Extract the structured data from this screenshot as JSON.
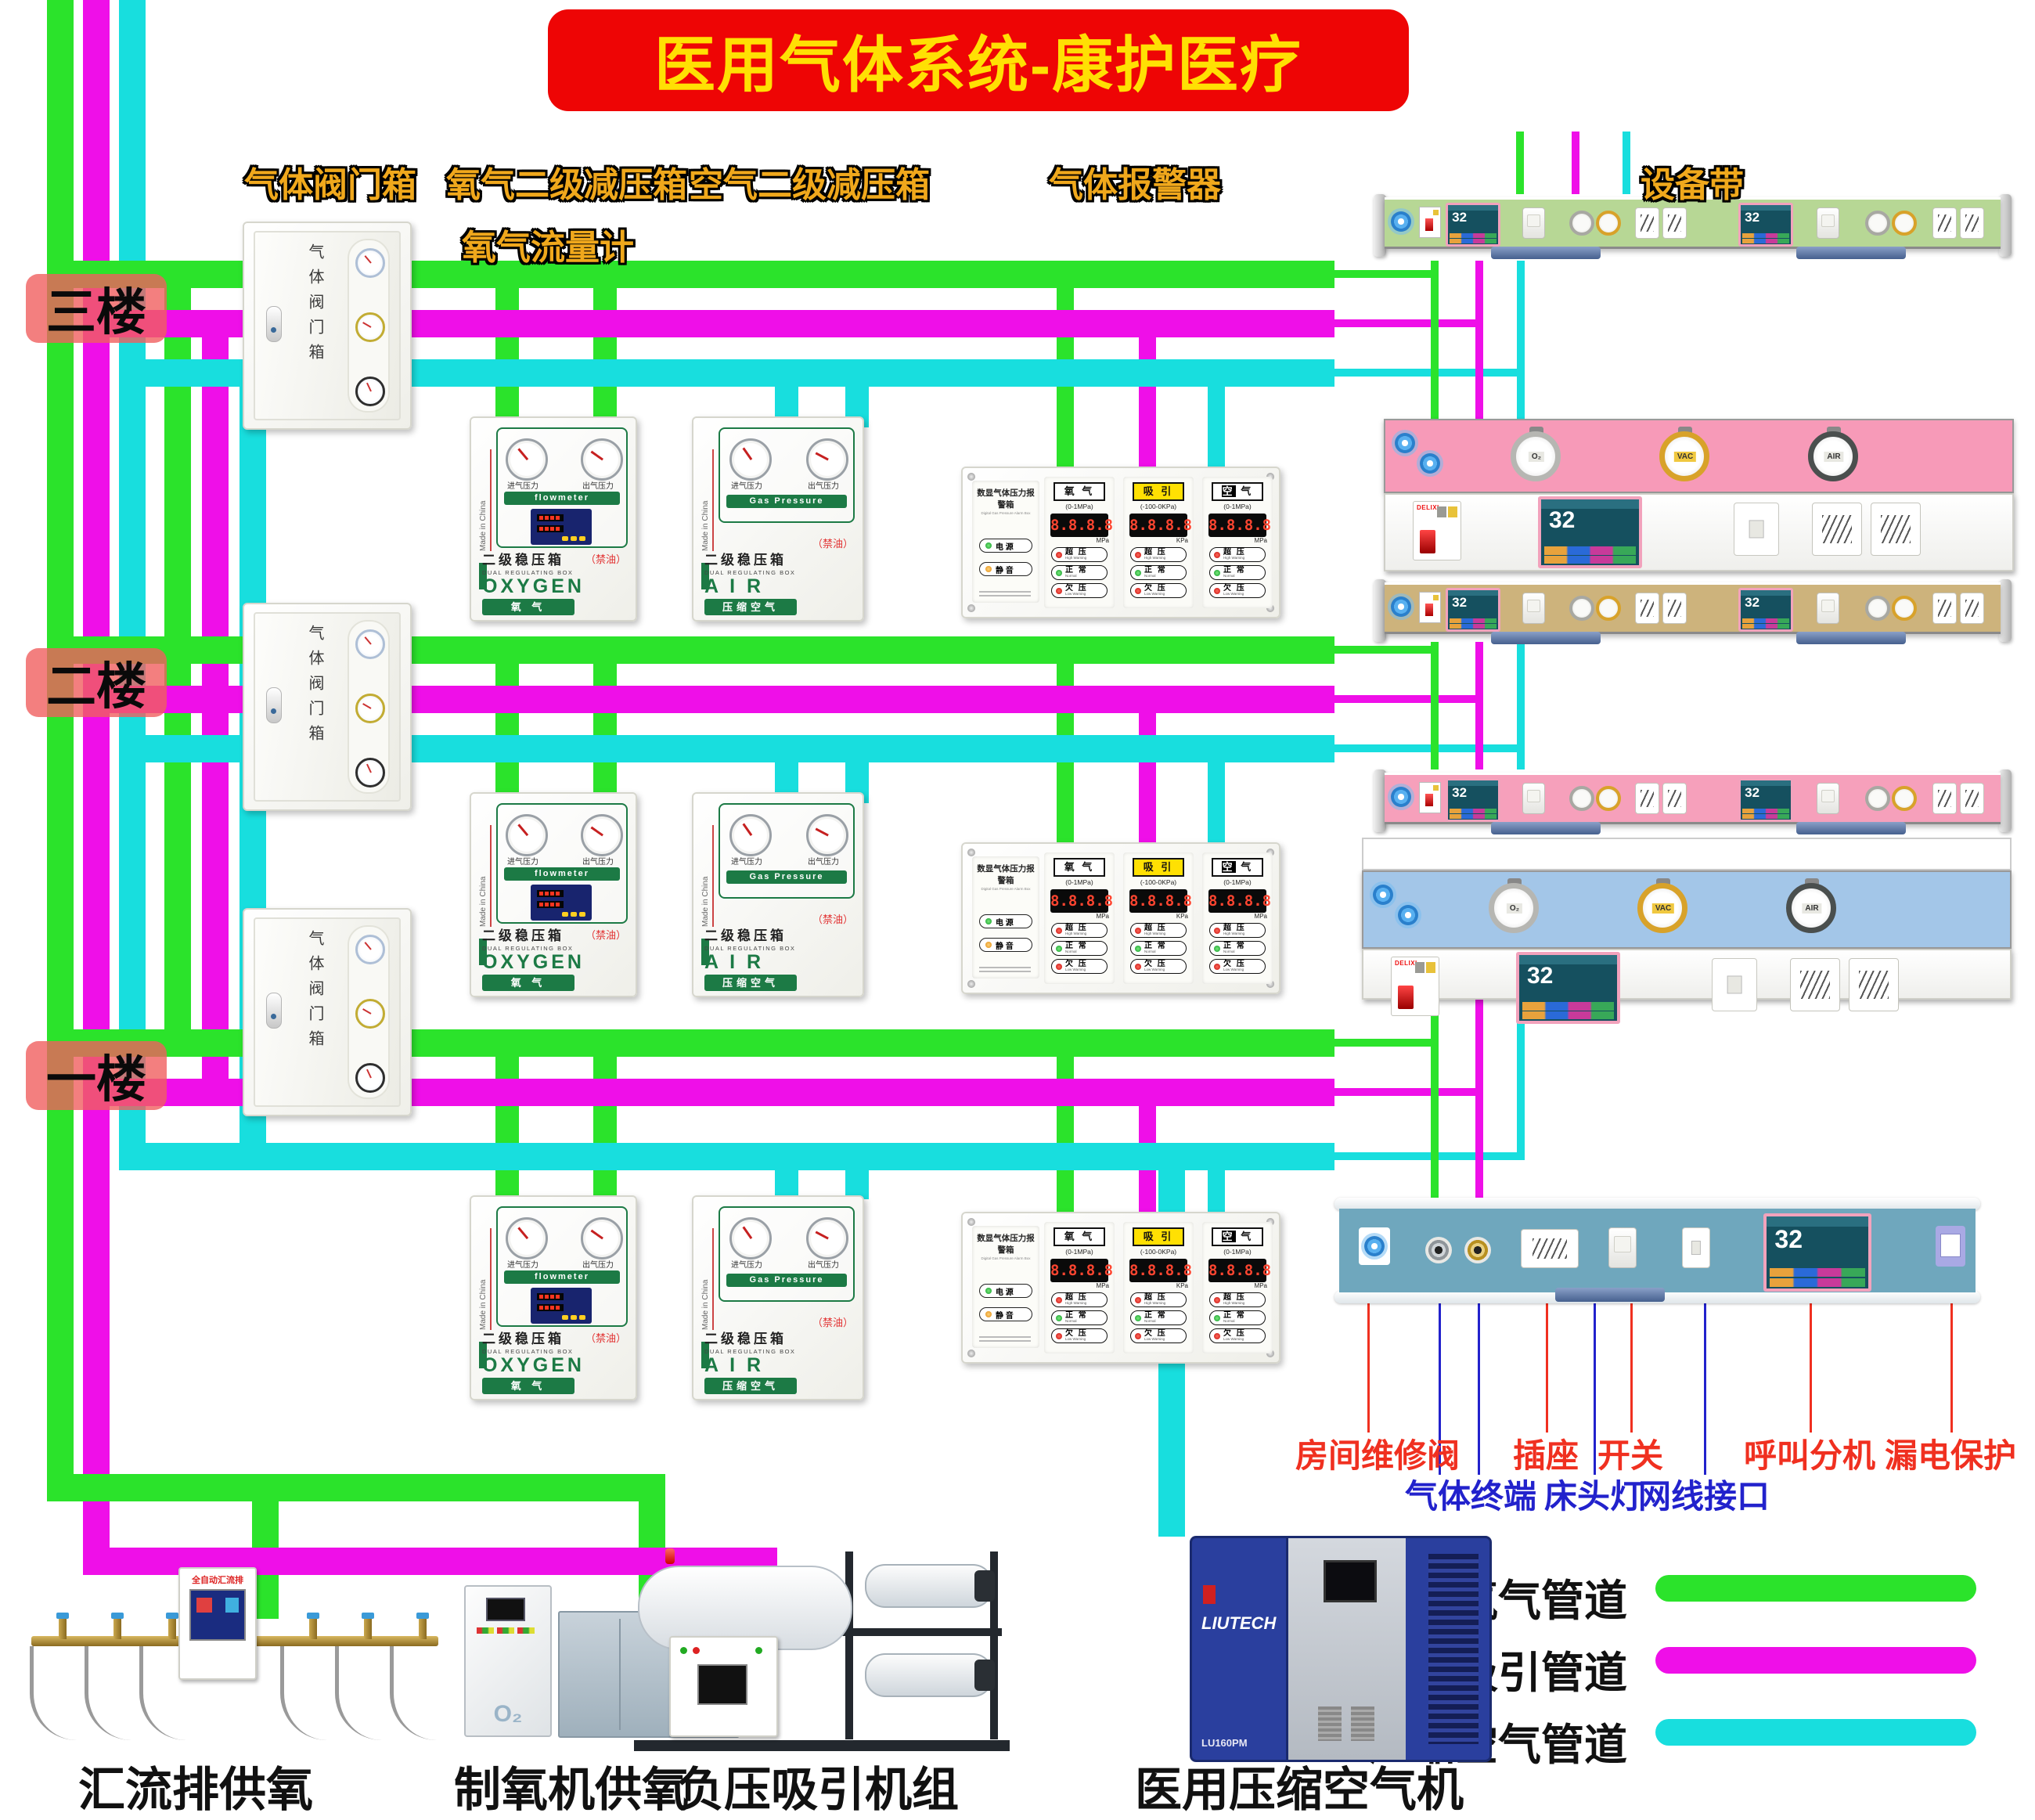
{
  "title": "医用气体系统-康护医疗",
  "top_labels": {
    "valve_box": "气体阀门箱",
    "o2_regulator": "氧气二级减压箱",
    "air_regulator": "空气二级减压箱",
    "o2_flowmeter": "氧气流量计",
    "gas_alarm": "气体报警器",
    "equipment_belt": "设备带"
  },
  "floors": [
    {
      "label": "三楼"
    },
    {
      "label": "二楼"
    },
    {
      "label": "一楼"
    }
  ],
  "valve_box": {
    "label": "气体阀门箱"
  },
  "regulator": {
    "inlet_label": "进气压力",
    "outlet_label": "出气压力",
    "no_oil": "（禁油）",
    "name_cn": "二级稳压箱",
    "name_en": "DUAL REGULATING BOX",
    "made_in": "Made in China",
    "oxygen": {
      "bar": "flowmeter",
      "gas_en": "OXYGEN",
      "gas_cn": "氧 气"
    },
    "air": {
      "bar": "Gas Pressure",
      "gas_en": "A I R",
      "gas_cn": "压缩空气"
    }
  },
  "alarm": {
    "title_cn": "数显气体压力报警箱",
    "title_en": "Digital Gas Pressure Alarm Box",
    "power": "电 源",
    "mute": "静 音",
    "display": "8.8.8.8",
    "channels": [
      {
        "name": "氧 气",
        "range": "(0-1MPa)",
        "unit": "MPa"
      },
      {
        "name": "吸 引",
        "range": "(-100-0KPa)",
        "unit": "KPa"
      },
      {
        "name": "空 气",
        "range": "(0-1MPa)",
        "unit": "MPa"
      }
    ],
    "statuses": [
      {
        "cn": "超 压",
        "en": "High Warning"
      },
      {
        "cn": "正 常",
        "en": "Normal"
      },
      {
        "cn": "欠 压",
        "en": "Low Warning"
      }
    ]
  },
  "belt": {
    "screen_value": "32",
    "outlets": {
      "o2": "O₂",
      "vac": "VAC",
      "air": "AIR"
    },
    "breaker_brand": "DELIXI"
  },
  "callouts": {
    "red": [
      "房间维修阀",
      "插座",
      "开关",
      "呼叫分机",
      "漏电保护"
    ],
    "blue": [
      "气体终端",
      "床头灯",
      "网线接口"
    ]
  },
  "machines": [
    {
      "label": "汇流排供氧",
      "panel_text": "全自动汇流排"
    },
    {
      "label": "制氧机供氧"
    },
    {
      "label": "负压吸引机组"
    },
    {
      "label": "医用压缩空气机",
      "brand": "LIUTECH",
      "model": "LU160PM"
    }
  ],
  "legend": [
    {
      "label": "医用氧气管道",
      "color": "#2be32b"
    },
    {
      "label": "负压吸引管道",
      "color": "#ef0fe8"
    },
    {
      "label": "压缩空气管道",
      "color": "#18dede"
    }
  ]
}
